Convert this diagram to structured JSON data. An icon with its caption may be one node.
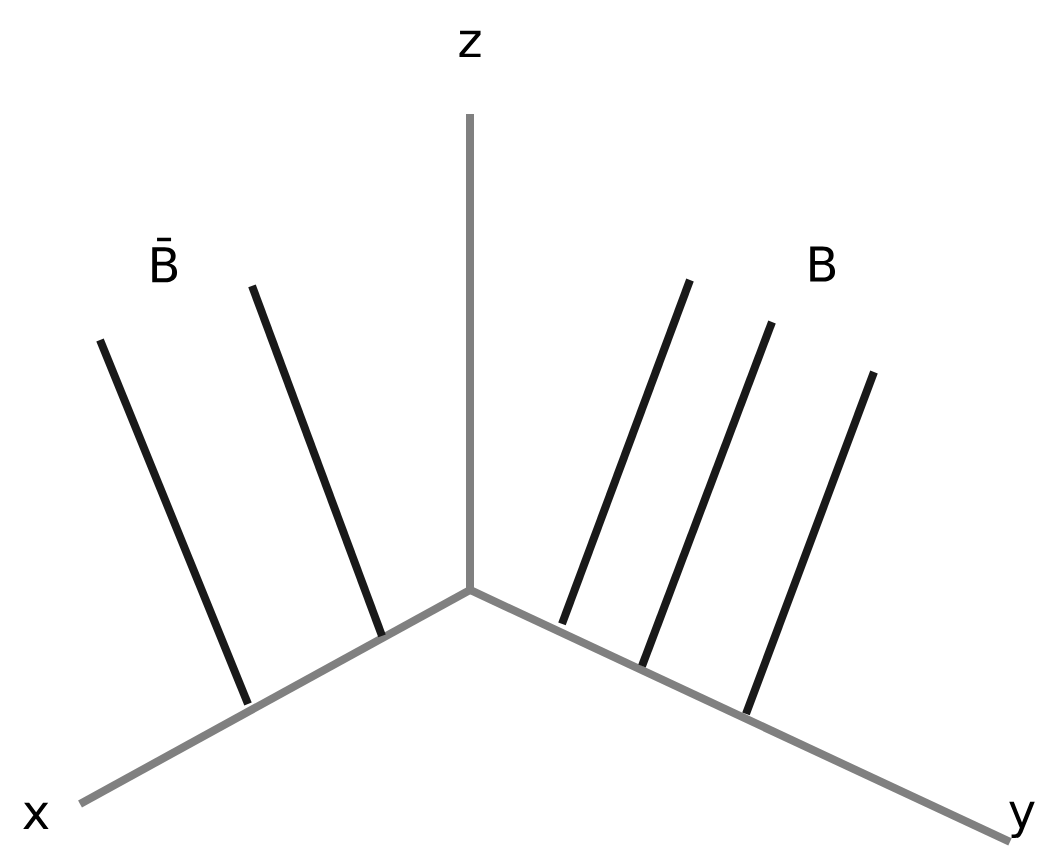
{
  "diagram": {
    "labels": [
      "z",
      "B̄",
      "B",
      "x",
      "y"
    ]
  }
}
